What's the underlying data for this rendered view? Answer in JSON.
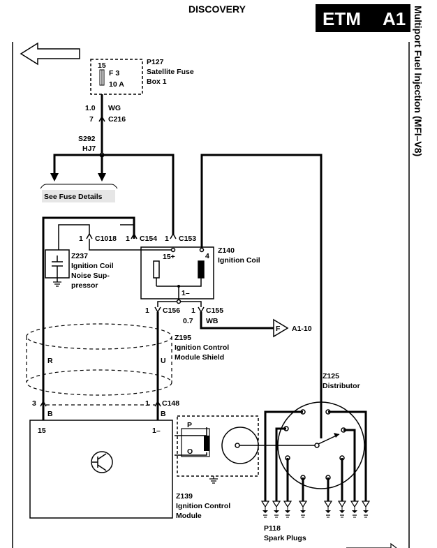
{
  "header": {
    "title": "DISCOVERY",
    "badge_left": "ETM",
    "badge_right": "A1"
  },
  "side_title": "Multiport Fuel Injection (MFI–V8)",
  "fuse_box": {
    "pin": "15",
    "fuse": "F 3",
    "rating": "10 A",
    "id": "P127",
    "name_line1": "Satellite Fuse",
    "name_line2": "Box 1"
  },
  "wire_wg": {
    "size": "1.0",
    "color": "WG"
  },
  "c216": {
    "pin": "7",
    "id": "C216"
  },
  "splice": {
    "id": "S292",
    "sub": "HJ7"
  },
  "fuse_details": "See Fuse Details",
  "connectors": {
    "c1018": {
      "pin": "1",
      "id": "C1018"
    },
    "c154": {
      "pin": "1",
      "id": "C154"
    },
    "c153": {
      "pin": "1",
      "id": "C153"
    },
    "c156": {
      "pin": "1",
      "id": "C156"
    },
    "c155": {
      "pin": "1",
      "id": "C155"
    },
    "c148": {
      "pin_left": "3",
      "pin_right": "1",
      "id": "C148"
    }
  },
  "suppressor": {
    "id": "Z237",
    "line1": "Ignition Coil",
    "line2": "Noise Sup-",
    "line3": "pressor"
  },
  "coil": {
    "id": "Z140",
    "name": "Ignition Coil",
    "t_pos": "15+",
    "t_neg": "1–",
    "pin4": "4"
  },
  "wire_wb": {
    "size": "0.7",
    "color": "WB"
  },
  "ref": {
    "letter": "F",
    "target": "A1-10"
  },
  "shield": {
    "id": "Z195",
    "line1": "Ignition Control",
    "line2": "Module Shield",
    "wire_left": "R",
    "wire_right": "U"
  },
  "wire_b_left": "B",
  "wire_b_right": "B",
  "module": {
    "id": "Z139",
    "line1": "Ignition Control",
    "line2": "Module",
    "pin_left": "15",
    "pin_right": "1–"
  },
  "pickup": {
    "p": "P",
    "o": "O"
  },
  "distributor": {
    "id": "Z125",
    "name": "Distributor"
  },
  "plugs": {
    "id": "P118",
    "name": "Spark Plugs"
  }
}
